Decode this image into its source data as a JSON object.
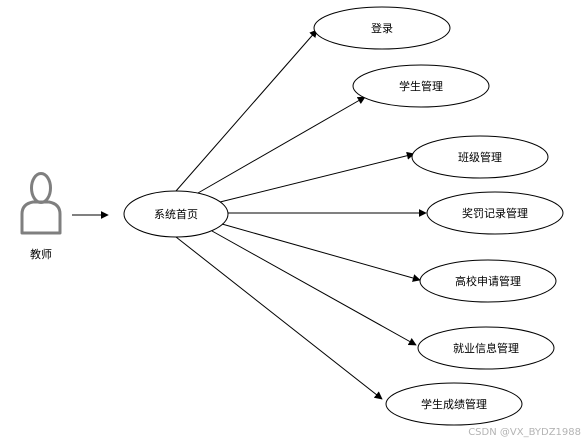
{
  "actor": {
    "label": "教师",
    "icon": "person-icon",
    "stroke_color": "#7f7f7f"
  },
  "hub": {
    "label": "系统首页"
  },
  "use_cases": [
    {
      "id": "login",
      "label": "登录"
    },
    {
      "id": "student-management",
      "label": "学生管理"
    },
    {
      "id": "class-management",
      "label": "班级管理"
    },
    {
      "id": "award-record-management",
      "label": "奖罚记录管理"
    },
    {
      "id": "college-application-management",
      "label": "高校申请管理"
    },
    {
      "id": "employment-info-management",
      "label": "就业信息管理"
    },
    {
      "id": "grade-management",
      "label": "学生成绩管理"
    }
  ],
  "watermark": "CSDN @VX_BYDZ1988",
  "colors": {
    "line": "#000000",
    "ellipse_fill": "#ffffff",
    "watermark": "#b4b4b4"
  }
}
